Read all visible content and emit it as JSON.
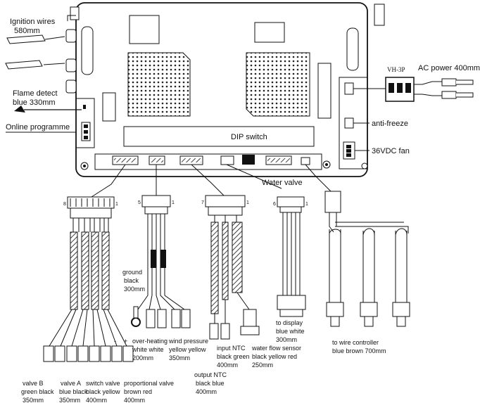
{
  "labels": {
    "ignition": [
      "Ignition wires",
      "580mm"
    ],
    "flame": [
      "Flame detect",
      "blue 330mm"
    ],
    "online": "Online programme",
    "vh3p": "VH-3P",
    "ac_power": "AC power 400mm",
    "anti_freeze": "anti-freeze",
    "fan": "36VDC fan",
    "dip": "DIP switch",
    "water_valve": "Water valve",
    "ground": [
      "ground",
      "black",
      "300mm"
    ],
    "overheat": [
      "over-heating",
      "white white",
      "200mm"
    ],
    "wind": [
      "wind pressure",
      "yellow yellow",
      "350mm"
    ],
    "input_ntc": [
      "input NTC",
      "black green",
      "400mm"
    ],
    "flow_sensor": [
      "water flow sensor",
      "black yellow red",
      "250mm"
    ],
    "output_ntc": [
      "output NTC",
      "black blue",
      "400mm"
    ],
    "display": [
      "to display",
      "blue white",
      "300mm"
    ],
    "controller": [
      "to wire controller",
      "blue brown 700mm"
    ],
    "valve_b": [
      "valve B",
      "green black",
      "350mm"
    ],
    "valve_a": [
      "valve A",
      "blue black",
      "350mm"
    ],
    "switch_valve": [
      "switch valve",
      "black yellow",
      "400mm"
    ],
    "prop_valve": [
      "proportional valve",
      "brown red",
      "400mm"
    ],
    "pin_marks": [
      "8",
      "1",
      "5",
      "1",
      "7",
      "1",
      "6",
      "1"
    ],
    "polarity": [
      "-",
      "+"
    ]
  }
}
